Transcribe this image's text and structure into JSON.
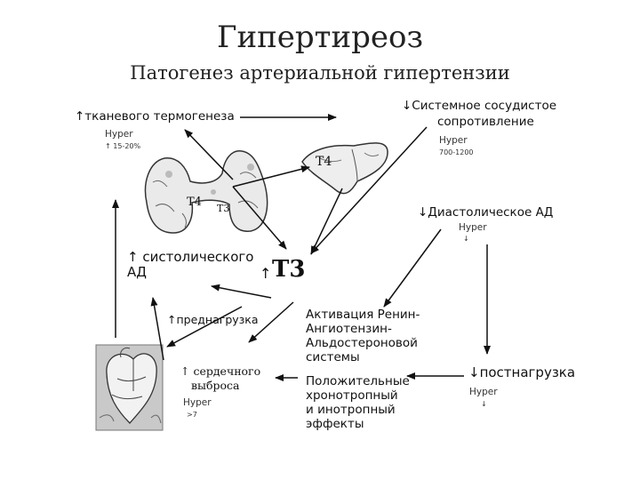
{
  "title": "Гипертиреоз",
  "subtitle": "Патогенез артериальной гипертензии",
  "nodes": {
    "thermogenesis": {
      "label": "↑тканевого термогенеза",
      "sub1": "Hyper",
      "sub2": "↑ 15-20%"
    },
    "vascular": {
      "line1": "↓Системное сосудистое",
      "line2": "сопротивление",
      "sub1": "Hyper",
      "sub2": "700-1200"
    },
    "t4_liver": "T4",
    "thyroid_t4": "T4",
    "thyroid_t3": "T3",
    "diastolic": {
      "label": "↓Диастолическое АД",
      "sub1": "Hyper",
      "sub2": "↓"
    },
    "systolic": {
      "line1": "↑ систолического",
      "line2": "АД"
    },
    "t3_center": {
      "arrow": "↑",
      "text": "T3"
    },
    "preload": "↑преднагрузка",
    "raas": {
      "line1": "Активация Ренин-",
      "line2": "Ангиотензин-",
      "line3": "Альдостероновой",
      "line4": "системы"
    },
    "output": {
      "line1": "↑ сердечного",
      "line2": "выброса",
      "sub1": "Hyper",
      "sub2": ">7"
    },
    "inotropic": {
      "line1": "Положительные",
      "line2": "хронотропный",
      "line3": "и инотропный",
      "line4": "эффекты"
    },
    "afterload": {
      "label": "↓постнагрузка",
      "sub1": "Hyper",
      "sub2": "↓"
    }
  },
  "icons": [
    "thyroid-gland-image",
    "liver-image",
    "heart-image"
  ]
}
